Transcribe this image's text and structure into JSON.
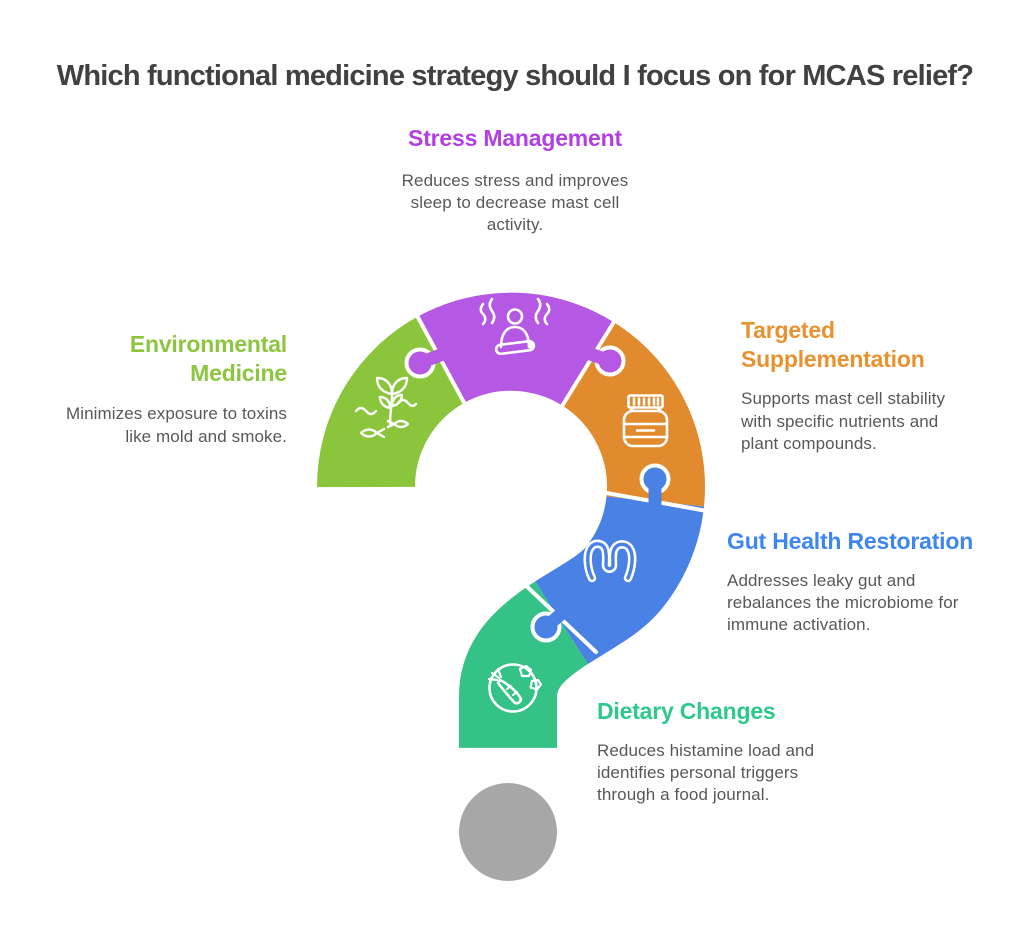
{
  "title": "Which functional medicine strategy should I focus on for MCAS relief?",
  "colors": {
    "background": "#ffffff",
    "title_text": "#414042",
    "body_text": "#58585a",
    "purple": "#b558e3",
    "green": "#8bc53c",
    "orange": "#e18a2e",
    "blue": "#4a81e4",
    "teal": "#35c287",
    "dot_gray": "#a7a7a7",
    "icon_stroke": "#ffffff"
  },
  "sections": [
    {
      "id": "stress-management",
      "label": "Stress Management",
      "heading_color": "#b23fe6",
      "description": "Reduces stress and improves sleep to decrease mast cell activity.",
      "icon": "meditation-icon"
    },
    {
      "id": "environmental-medicine",
      "label": "Environmental Medicine",
      "heading_color": "#8cc63f",
      "description": "Minimizes exposure to toxins like mold and smoke.",
      "icon": "plant-sprout-icon"
    },
    {
      "id": "targeted-supplementation",
      "label": "Targeted Supplementation",
      "heading_color": "#e8922f",
      "description": "Supports mast cell stability with specific nutrients and plant compounds.",
      "icon": "supplement-jar-icon"
    },
    {
      "id": "gut-health-restoration",
      "label": "Gut Health Restoration",
      "heading_color": "#3e86f2",
      "description": "Addresses leaky gut and rebalances the microbiome for immune activation.",
      "icon": "intestine-icon"
    },
    {
      "id": "dietary-changes",
      "label": "Dietary Changes",
      "heading_color": "#2dc98b",
      "description": "Reduces histamine load and identifies personal triggers through a food journal.",
      "icon": "food-plate-icon"
    }
  ]
}
